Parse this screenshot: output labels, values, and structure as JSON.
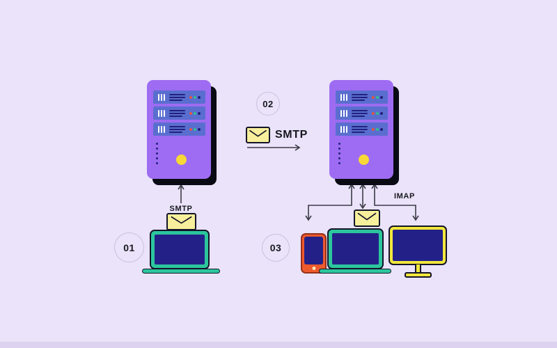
{
  "palette": {
    "page_bg": "#eae3f9",
    "footer_strip": "#ddd3f0",
    "server_body": "#9e6cf2",
    "rack": "#5a6ed0",
    "navy": "#21217b",
    "led_red": "#e05548",
    "led_green": "#2fbf8f",
    "power_light": "#f7d836",
    "envelope_fill": "#f7ef9b",
    "laptop_teal": "#2cc69d",
    "phone_orange": "#ed5a2d",
    "phone_border": "#96301a",
    "monitor_yellow": "#f2e83c",
    "device_screen": "#232188",
    "outline_dark": "#14142a",
    "arrow_line": "#3a3a46",
    "shadow": "#0a0a14",
    "step_border": "#c9c1dd",
    "text_dark": "#17171f"
  },
  "diagram": {
    "steps": [
      {
        "label": "01"
      },
      {
        "label": "02"
      },
      {
        "label": "03"
      }
    ],
    "flows": {
      "client_to_server": {
        "protocol": "SMTP",
        "icon": "envelope-icon",
        "direction": "up"
      },
      "server_to_server": {
        "protocol": "SMTP",
        "icon": "envelope-icon",
        "direction": "right"
      },
      "server_to_clients": {
        "protocol": "IMAP",
        "icon": "envelope-icon",
        "direction": "down"
      }
    },
    "nodes": {
      "sender_server": "mail-server",
      "recipient_server": "mail-server",
      "sender_device": "laptop",
      "recipient_devices": [
        "smartphone",
        "laptop",
        "monitor"
      ]
    }
  }
}
